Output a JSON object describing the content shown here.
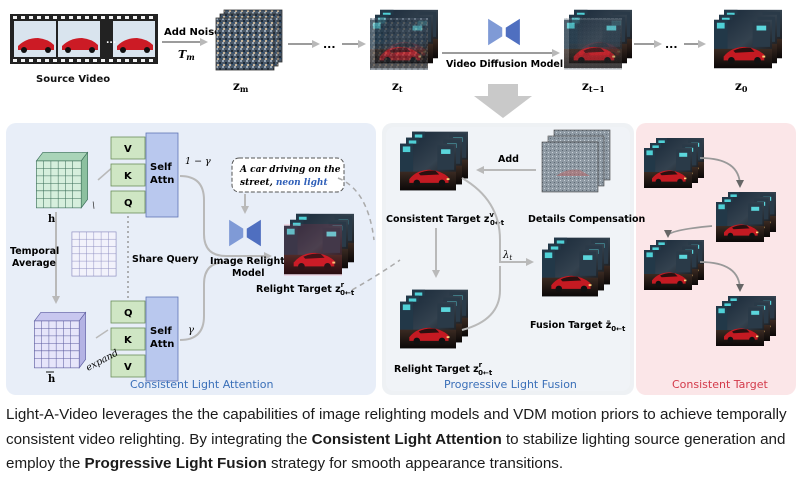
{
  "top": {
    "source_video": "Source Video",
    "dots": "...",
    "add_noise": "Add Noise",
    "t_m": "T",
    "t_m_sub": "m",
    "z_m": "z",
    "z_m_sub": "m",
    "z_t": "z",
    "z_t_sub": "t",
    "z_t1": "z",
    "z_t1_sub": "t−1",
    "z_0": "z",
    "z_0_sub": "0",
    "vdm": "Video Diffusion Model"
  },
  "cla": {
    "title": "Consistent Light Attention",
    "v": "V",
    "k": "K",
    "q": "Q",
    "self_attn_1": "Self",
    "self_attn_2": "Attn",
    "one_minus_gamma": "1 − γ",
    "gamma": "γ",
    "h": "h",
    "h_bar": "h",
    "temporal_1": "Temporal",
    "temporal_2": "Average",
    "share_query": "Share Query",
    "expand": "expand",
    "prompt_1": "A car driving on the",
    "prompt_2a": "street, ",
    "prompt_2b": "neon light",
    "model_1": "Image Relight",
    "model_2": "Model",
    "relight_target": "Relight Target z",
    "relight_target_sup": "r",
    "relight_target_sub": "0←t"
  },
  "plf": {
    "title": "Progressive Light Fusion",
    "add": "Add",
    "consistent_target": "Consistent Target z",
    "consistent_target_sup": "v",
    "consistent_target_sub": "0←t",
    "details": "Details Compensation",
    "lambda": "λ",
    "lambda_sub": "t",
    "fusion_target": "Fusion Target z̄",
    "fusion_target_sub": "0←t",
    "relight_target": "Relight Target z",
    "relight_target_sup": "r",
    "relight_target_sub": "0←t"
  },
  "ct": {
    "title": "Consistent Target"
  },
  "caption": {
    "p1": "Light-A-Video leverages the the capabilities of image relighting models and VDM motion priors to achieve temporally consistent video relighting. By integrating the ",
    "b1": "Consistent Light Attention",
    "p2": " to stabilize lighting source generation and employ the ",
    "b2": "Progressive Light Fusion",
    "p3": " strategy for smooth appearance transitions."
  },
  "colors": {
    "panel_blue": "#e8eef8",
    "panel_gray": "#eef1f4",
    "panel_pink": "#fbe6e8",
    "green_box": "#cfe6c4",
    "attn_blue": "#b9c8ee",
    "cla_title": "#3a6fb8",
    "ct_title": "#d33a4a",
    "neon_red": "#d62c3b",
    "neon_blue": "#2f5fb8"
  }
}
